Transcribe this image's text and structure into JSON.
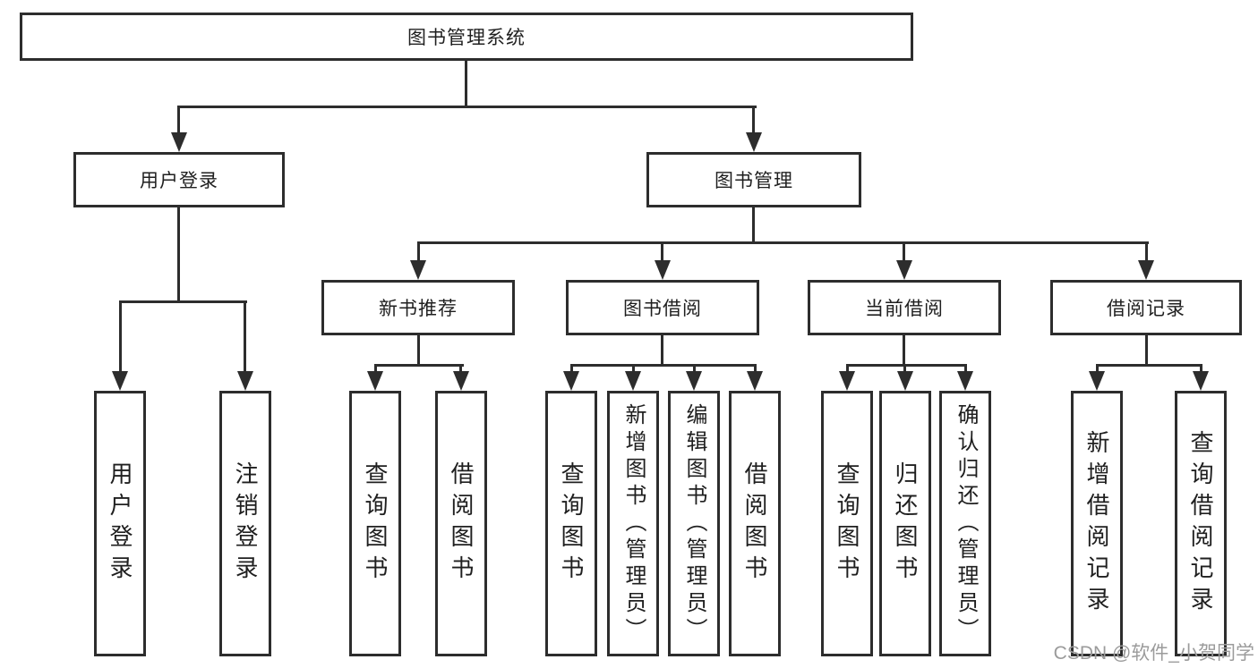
{
  "diagram_type": "hierarchy-tree",
  "colors": {
    "line": "#2d2d2d",
    "text": "#1f1f1f",
    "background": "#ffffff",
    "watermark": "#9b9b9b"
  },
  "tree": {
    "label": "图书管理系统",
    "children": [
      {
        "label": "用户登录",
        "children": [
          {
            "label": "用户登录"
          },
          {
            "label": "注销登录"
          }
        ]
      },
      {
        "label": "图书管理",
        "children": [
          {
            "label": "新书推荐",
            "children": [
              {
                "label": "查询图书"
              },
              {
                "label": "借阅图书"
              }
            ]
          },
          {
            "label": "图书借阅",
            "children": [
              {
                "label": "查询图书"
              },
              {
                "label": "新增图书（管理员）"
              },
              {
                "label": "编辑图书（管理员）"
              },
              {
                "label": "借阅图书"
              }
            ]
          },
          {
            "label": "当前借阅",
            "children": [
              {
                "label": "查询图书"
              },
              {
                "label": "归还图书"
              },
              {
                "label": "确认归还（管理员）"
              }
            ]
          },
          {
            "label": "借阅记录",
            "children": [
              {
                "label": "新增借阅记录"
              },
              {
                "label": "查询借阅记录"
              }
            ]
          }
        ]
      }
    ]
  },
  "watermark": {
    "text": "CSDN @软件_小贺同学"
  }
}
